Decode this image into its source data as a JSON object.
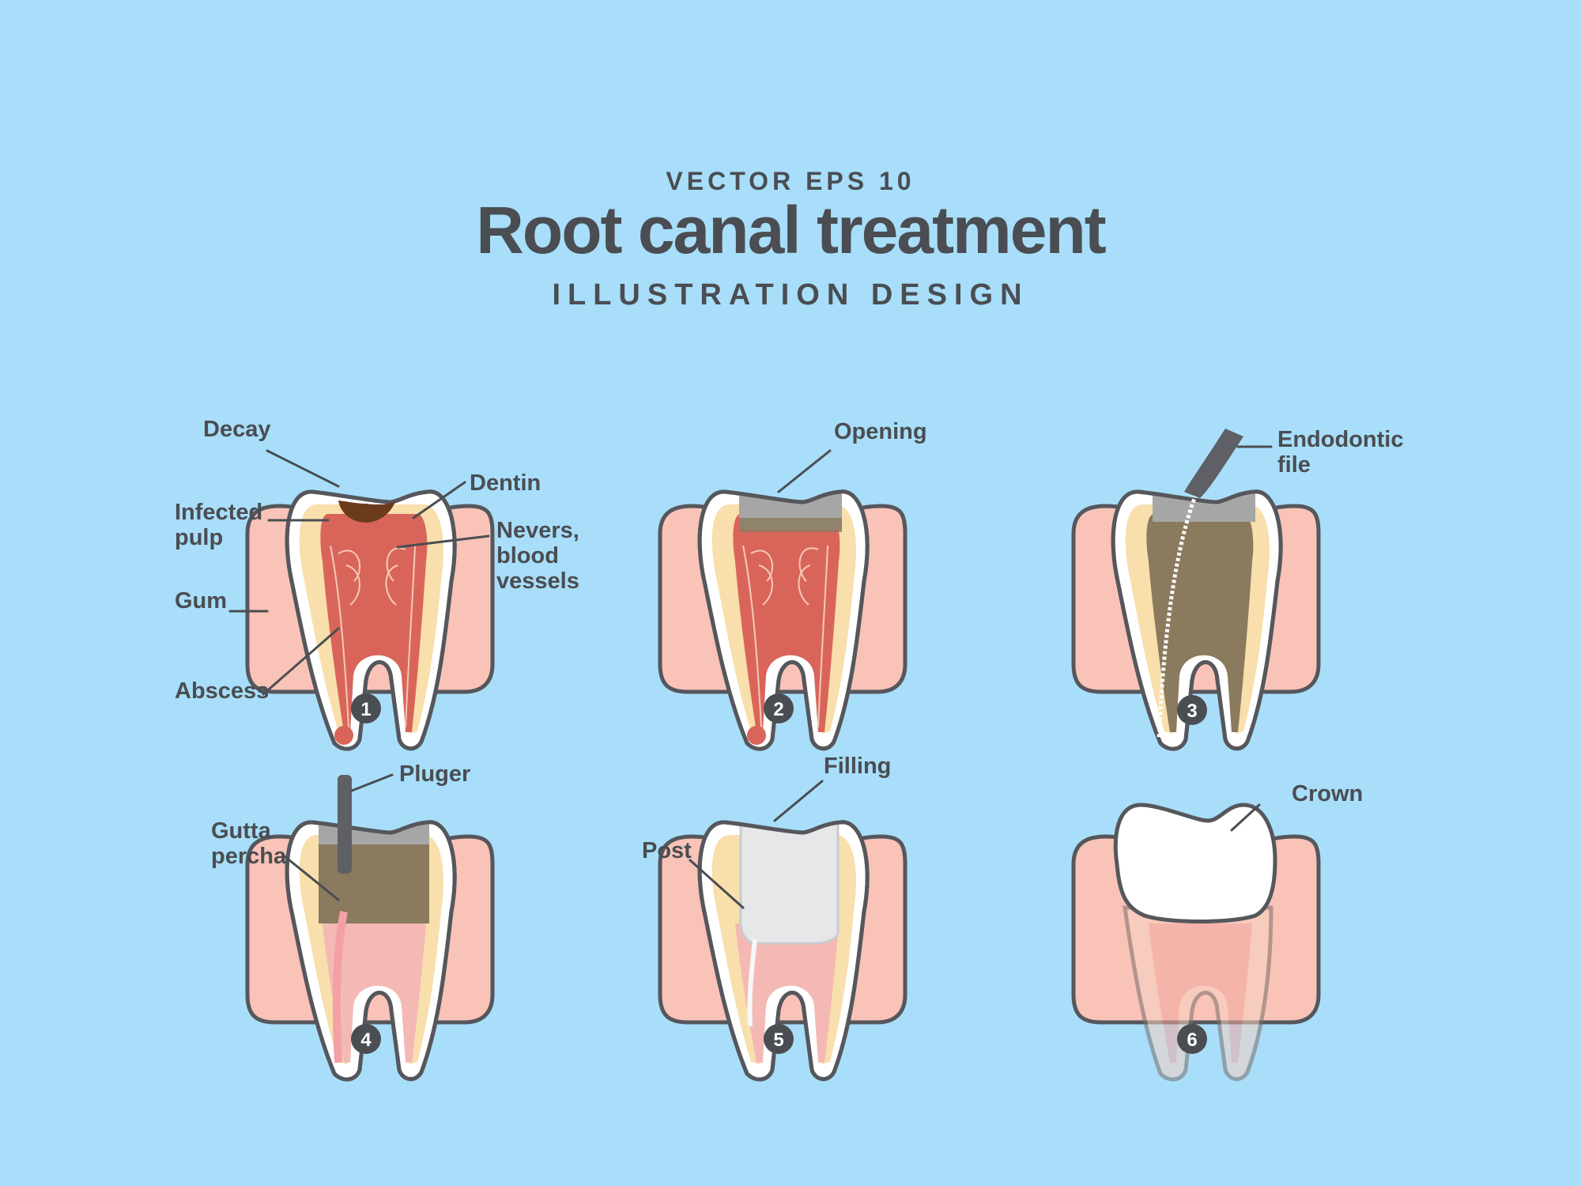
{
  "header": {
    "top": "VECTOR EPS 10",
    "title": "Root canal treatment",
    "subtitle": "ILLUSTRATION DESIGN"
  },
  "steps": [
    {
      "number": "1",
      "labels": {
        "decay": "Decay",
        "dentin": "Dentin",
        "infected_1": "Infected",
        "infected_2": "pulp",
        "nerves_1": "Nevers,",
        "nerves_2": "blood",
        "nerves_3": "vessels",
        "gum": "Gum",
        "abscess": "Abscess"
      }
    },
    {
      "number": "2",
      "labels": {
        "opening": "Opening"
      }
    },
    {
      "number": "3",
      "labels": {
        "file_1": "Endodontic",
        "file_2": "file"
      }
    },
    {
      "number": "4",
      "labels": {
        "pluger": "Pluger",
        "gutta_1": "Gutta",
        "gutta_2": "percha"
      }
    },
    {
      "number": "5",
      "labels": {
        "filling": "Filling",
        "post": "Post"
      }
    },
    {
      "number": "6",
      "labels": {
        "crown": "Crown"
      }
    }
  ],
  "colors": {
    "background": "#a8def9",
    "gum": "#f9c3b8",
    "outline": "#55575c",
    "dentin": "#f8dfac",
    "pulp": "#d9655a",
    "decay": "#6b3b1e",
    "filled_canal": "#8a7a5e",
    "opening": "#a6a6a6",
    "filling": "#e6e7e9",
    "instrument": "#5e6066",
    "gutta_percha": "#f4a0a8",
    "label_text": "#4a4d52"
  }
}
